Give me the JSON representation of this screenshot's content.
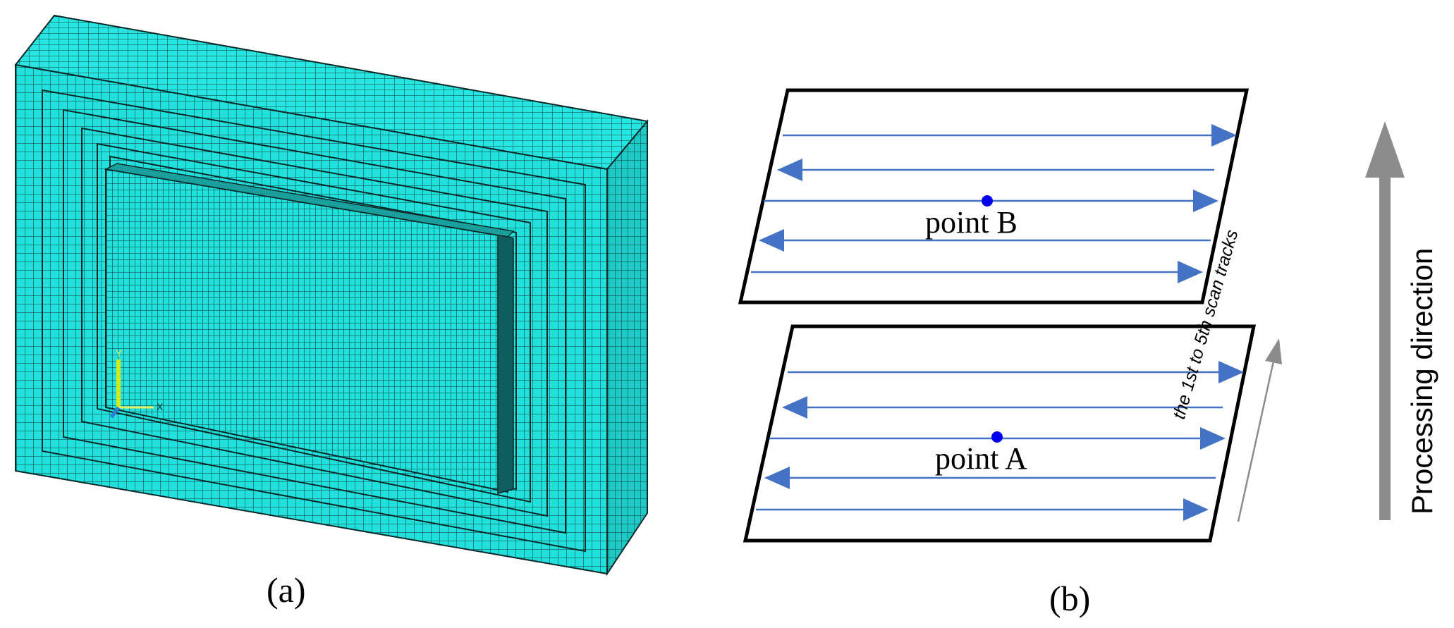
{
  "panel_a": {
    "label": "(a)",
    "axis_triad": {
      "y_label": "Y",
      "x_label": "X"
    },
    "colors": {
      "mesh_fill": "#22e0dc",
      "mesh_line": "#0a2a2a",
      "side_fill": "#1fc9c6"
    }
  },
  "panel_b": {
    "label": "(b)",
    "upper_layer": {
      "point_label": "point B"
    },
    "lower_layer": {
      "point_label": "point A"
    },
    "scan_tracks_label": "the 1st to 5th scan tracks",
    "processing_direction_label": "Processing direction",
    "colors": {
      "scan_arrow": "#4472c4",
      "point_dot": "#0000ee",
      "direction_arrow": "#8c8c8c"
    }
  }
}
